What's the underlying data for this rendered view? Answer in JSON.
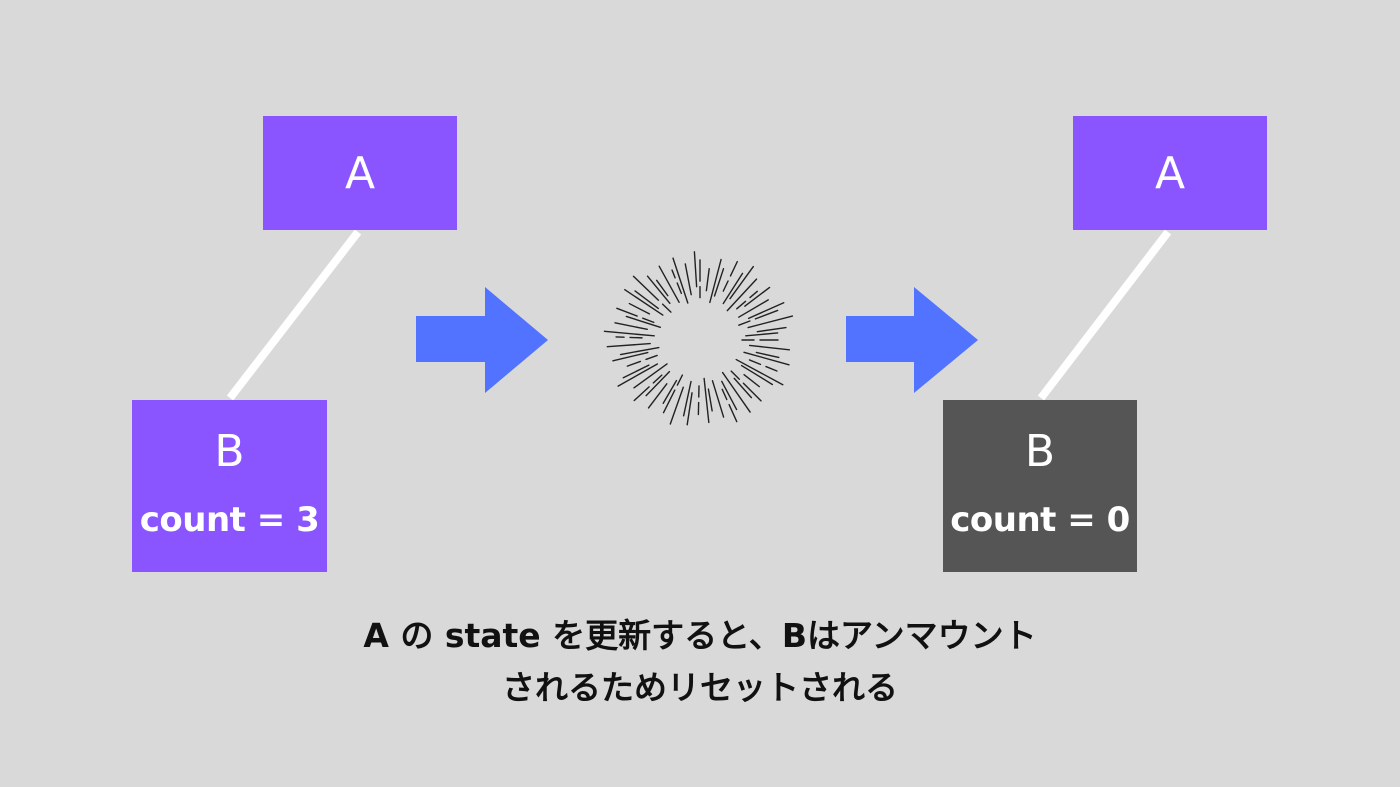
{
  "diagram": {
    "before": {
      "parent": {
        "label": "A"
      },
      "child": {
        "label": "B",
        "count": "count = 3"
      }
    },
    "after": {
      "parent": {
        "label": "A"
      },
      "child": {
        "label": "B",
        "count": "count =  0"
      }
    },
    "colors": {
      "background": "#d9d9d9",
      "node_purple": "#8a55ff",
      "node_reset": "#555555",
      "arrow": "#5273ff",
      "connector": "#ffffff",
      "burst": "#222222"
    },
    "icons": [
      "right-arrow-icon",
      "burst-icon",
      "right-arrow-icon"
    ]
  },
  "caption": {
    "line1": "A の state を更新すると、Bはアンマウント",
    "line2": "されるためリセットされる"
  }
}
